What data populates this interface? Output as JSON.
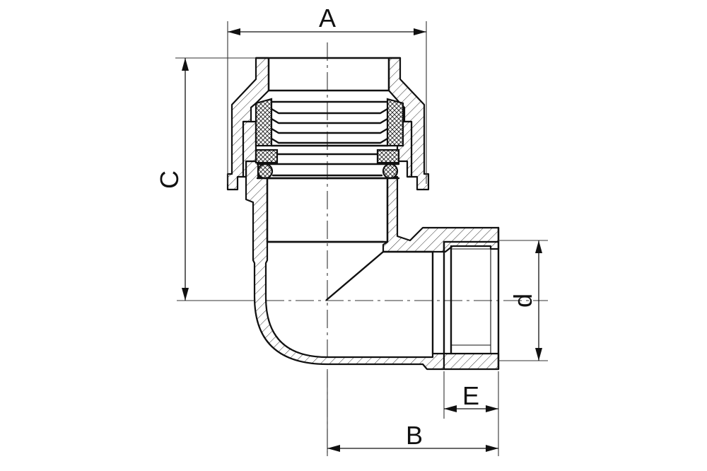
{
  "labels": {
    "A": "A",
    "B": "B",
    "C": "C",
    "d": "d",
    "E": "E"
  }
}
